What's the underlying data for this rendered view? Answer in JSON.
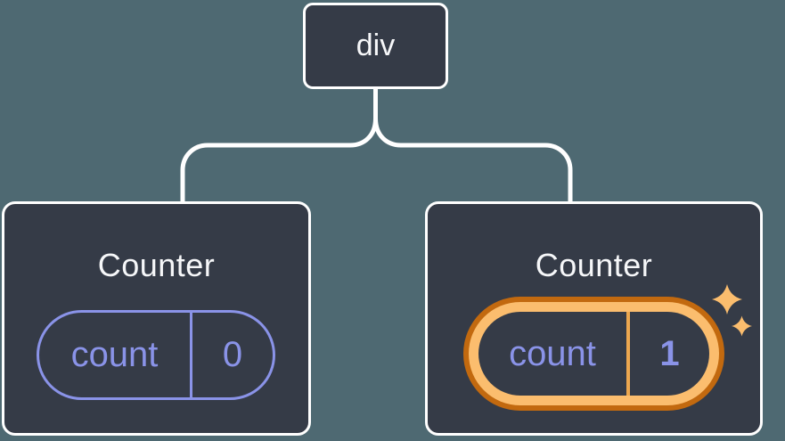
{
  "diagram": {
    "root": {
      "label": "div"
    },
    "children": [
      {
        "title": "Counter",
        "highlighted": false,
        "state": {
          "label": "count",
          "value": "0"
        }
      },
      {
        "title": "Counter",
        "highlighted": true,
        "state": {
          "label": "count",
          "value": "1"
        }
      }
    ]
  },
  "icons": {
    "sparkles": "sparkles-icon"
  },
  "colors": {
    "bg": "#4E6972",
    "node": "#353B47",
    "line": "#FFFFFF",
    "purple": "#8A93E8",
    "orangeOuter": "#C2690F",
    "orangeInner": "#FBBD6E",
    "orangeDivider": "#ECA74F",
    "sparkle": "#FBBD6E",
    "title": "#F6F7F9"
  }
}
